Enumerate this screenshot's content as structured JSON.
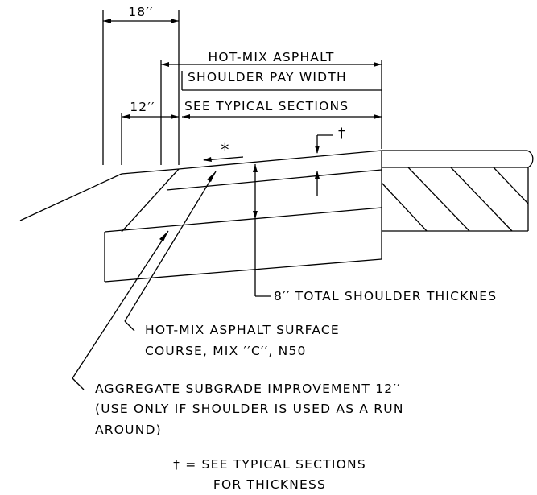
{
  "dimensions": {
    "top_width": "18′′",
    "side_width": "12′′",
    "pay_width_line1": "HOT-MIX ASPHALT",
    "pay_width_line2": "SHOULDER PAY WIDTH",
    "pay_width_line3": "SEE TYPICAL SECTIONS"
  },
  "marks": {
    "dagger": "†",
    "asterisk": "*"
  },
  "callouts": {
    "total_thickness": "8′′ TOTAL SHOULDER THICKNES",
    "surface_course_line1": "HOT-MIX ASPHALT SURFACE",
    "surface_course_line2": "COURSE, MIX ′′C′′, N50",
    "subgrade_line1": "AGGREGATE SUBGRADE IMPROVEMENT 12′′",
    "subgrade_line2": "(USE ONLY IF SHOULDER IS USED AS A RUN",
    "subgrade_line3": "AROUND)"
  },
  "notes": {
    "dagger_note_line1": "† = SEE TYPICAL SECTIONS",
    "dagger_note_line2": "FOR THICKNESS"
  }
}
